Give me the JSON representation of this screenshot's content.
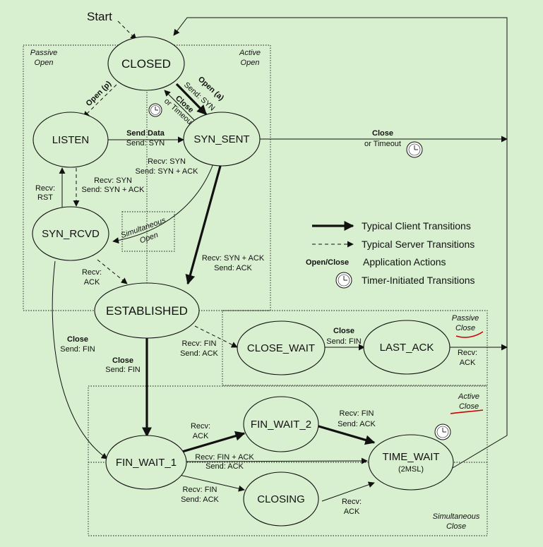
{
  "start": "Start",
  "regions": {
    "passive_open": [
      "Passive",
      "Open"
    ],
    "active_open": [
      "Active",
      "Open"
    ],
    "passive_close": [
      "Passive",
      "Close"
    ],
    "active_close": [
      "Active",
      "Close"
    ],
    "simultaneous_close": [
      "Simultaneous",
      "Close"
    ],
    "simultaneous_open": [
      "Simultaneous",
      "Open"
    ]
  },
  "states": {
    "closed": "CLOSED",
    "listen": "LISTEN",
    "syn_sent": "SYN_SENT",
    "syn_rcvd": "SYN_RCVD",
    "established": "ESTABLISHED",
    "close_wait": "CLOSE_WAIT",
    "last_ack": "LAST_ACK",
    "fin_wait_1": "FIN_WAIT_1",
    "fin_wait_2": "FIN_WAIT_2",
    "closing": "CLOSING",
    "time_wait": "TIME_WAIT",
    "time_wait_sub": "(2MSL)"
  },
  "transitions": {
    "open_p": "Open (p)",
    "open_a": "Open (a)",
    "open_a_send": "Send: SYN",
    "close_a": "Close",
    "close_a_sub": "or Timeout",
    "send_data": "Send Data",
    "send_data_sub": "Send: SYN",
    "recv_syn": "Recv: SYN",
    "recv_syn_sub": "Send: SYN + ACK",
    "recv_syn2": "Recv: SYN",
    "recv_syn2_sub": "Send: SYN + ACK",
    "recv_rst": "Recv:",
    "recv_rst_sub": "RST",
    "close_timeout": "Close",
    "close_timeout_sub": "or Timeout",
    "recv_synack": "Recv: SYN + ACK",
    "recv_synack_sub": "Send: ACK",
    "recv_ack": "Recv:",
    "recv_ack_sub": "ACK",
    "rcvd_close": "Close",
    "rcvd_close_sub": "Send: FIN",
    "est_close": "Close",
    "est_close_sub": "Send: FIN",
    "recv_fin": "Recv: FIN",
    "recv_fin_sub": "Send: ACK",
    "cw_close": "Close",
    "cw_close_sub": "Send: FIN",
    "last_recv": "Recv:",
    "last_recv_sub": "ACK",
    "fw1_ack": "Recv:",
    "fw1_ack_sub": "ACK",
    "fw1_finack": "Recv: FIN + ACK",
    "fw1_finack_sub": "Send: ACK",
    "fw1_fin": "Recv: FIN",
    "fw1_fin_sub": "Send: ACK",
    "fw2_fin": "Recv: FIN",
    "fw2_fin_sub": "Send: ACK",
    "closing_ack": "Recv:",
    "closing_ack_sub": "ACK"
  },
  "legend": {
    "client": "Typical Client Transitions",
    "server": "Typical Server Transitions",
    "app_key": "Open/Close",
    "app": "Application Actions",
    "timer": "Timer-Initiated Transitions"
  },
  "colors": {
    "background": "#d9f0d0",
    "ink": "#111111",
    "annotation": "#cc0000"
  }
}
